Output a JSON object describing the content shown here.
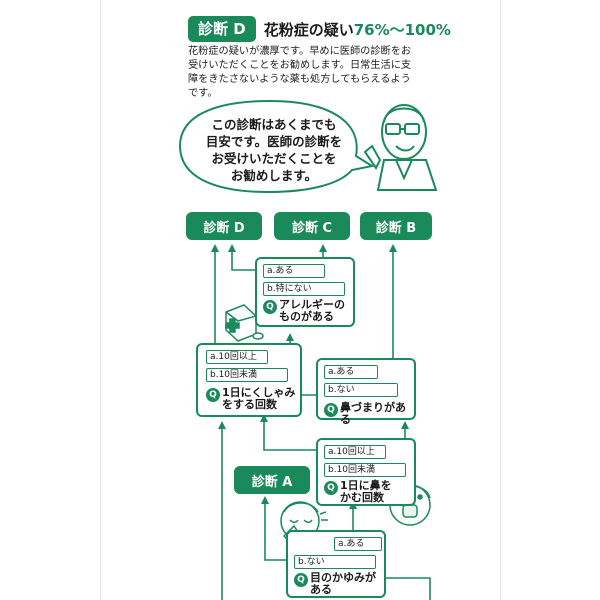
{
  "header": {
    "tag": "診断 D",
    "title_prefix": "花粉症の疑い",
    "title_range": "76%〜100%"
  },
  "intro": "花粉症の疑いが濃厚です。早めに医師の診断をお受けいただくことをお勧めします。日常生活に支障をきたさないような薬も処方してもらえるようです。",
  "bubble": {
    "lines": [
      "この診断はあくまでも",
      "目安です。医師の診断を",
      "お受けいただくことを",
      "お勧めします。"
    ]
  },
  "results": {
    "d": "診断 D",
    "c": "診断 C",
    "b": "診断 B",
    "a": "診断 A"
  },
  "questions": {
    "allergy": {
      "opt_a": "a.ある",
      "opt_b": "b.特にない",
      "icon": "Q",
      "lines": [
        "アレルギーの",
        "ものがある"
      ]
    },
    "sneeze": {
      "opt_a": "a.10回以上",
      "opt_b": "b.10回未満",
      "icon": "Q",
      "lines": [
        "1日にくしゃみ",
        "をする回数"
      ]
    },
    "nose_stuffy": {
      "opt_a": "a.ある",
      "opt_b": "b.ない",
      "icon": "Q",
      "lines": [
        "鼻づまりがある"
      ]
    },
    "blow_nose": {
      "opt_a": "a.10回以上",
      "opt_b": "b.10回未満",
      "icon": "Q",
      "lines": [
        "1日に鼻を",
        "かむ回数"
      ]
    },
    "itchy_eyes": {
      "opt_a": "a.ある",
      "opt_b": "b.ない",
      "icon": "Q",
      "lines": [
        "目のかゆみが",
        "ある"
      ]
    }
  },
  "colors": {
    "accent": "#1b8a5a",
    "text": "#1a1a1a"
  },
  "icons": [
    "doctor-illustration",
    "medicine-box-icon",
    "sneezing-person-illustration",
    "itchy-eye-person-illustration"
  ]
}
